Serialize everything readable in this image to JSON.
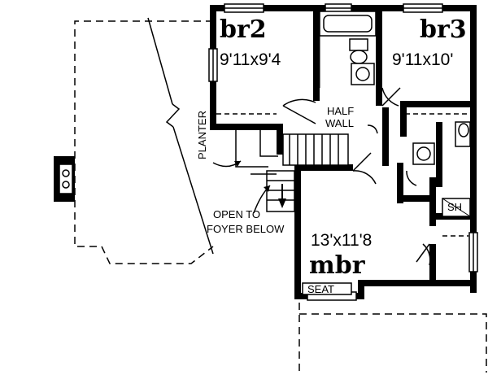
{
  "rooms": {
    "br2": {
      "name": "br2",
      "dimensions": "9'11x9'4"
    },
    "br3": {
      "name": "br3",
      "dimensions": "9'11x10'"
    },
    "mbr": {
      "name": "mbr",
      "dimensions": "13'x11'8"
    }
  },
  "labels": {
    "half_wall_line1": "HALF",
    "half_wall_line2": "WALL",
    "planter": "PLANTER",
    "open_line1": "OPEN TO",
    "open_line2": "FOYER BELOW",
    "shower": "SH",
    "seat": "SEAT"
  }
}
